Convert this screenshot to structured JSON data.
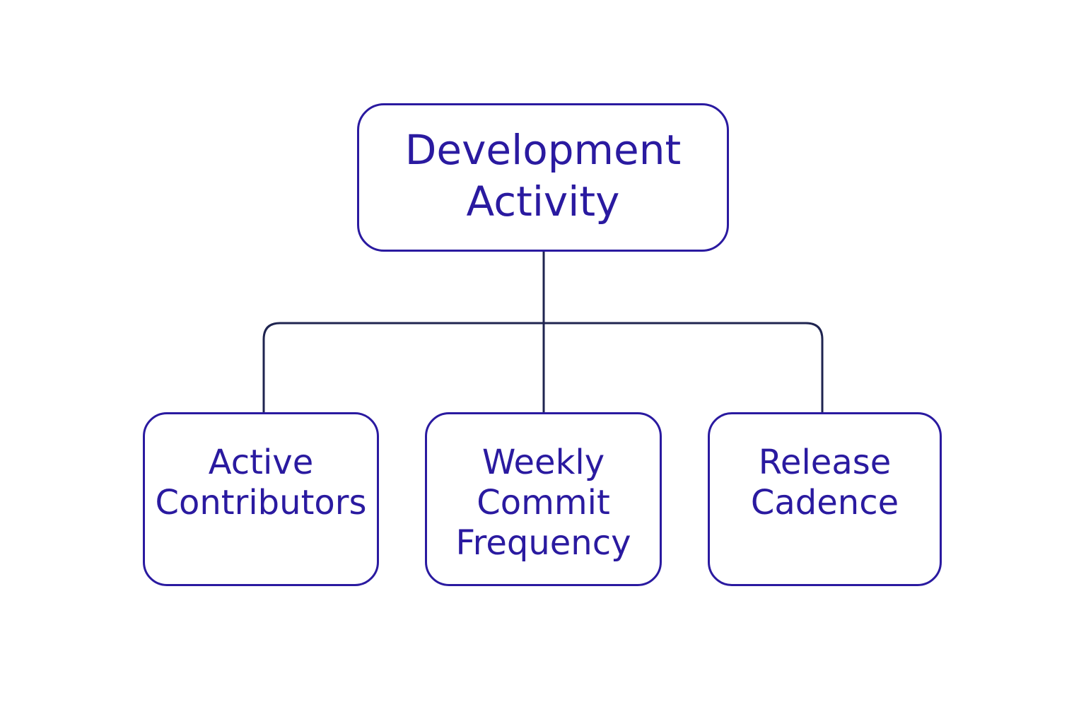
{
  "diagram": {
    "root": {
      "label": "Development\nActivity"
    },
    "children": [
      {
        "label": "Active\nContributors"
      },
      {
        "label": "Weekly\nCommit\nFrequency"
      },
      {
        "label": "Release\nCadence"
      }
    ]
  },
  "colors": {
    "node_stroke": "#2a1aa0",
    "text": "#2a1aa0",
    "connector": "#1f2450",
    "background": "#ffffff"
  }
}
